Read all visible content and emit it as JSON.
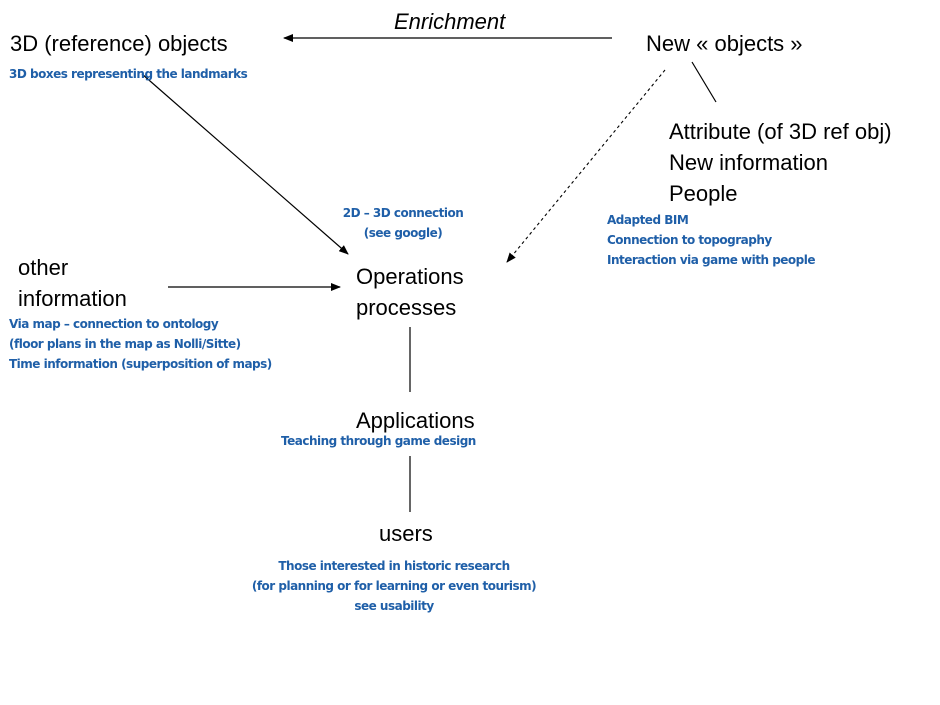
{
  "diagram": {
    "accent_color": "#1f5fa8",
    "edge_label": "Enrichment",
    "nodes": {
      "reference_objects": {
        "label": "3D (reference) objects",
        "note": "3D boxes representing the landmarks"
      },
      "new_objects": {
        "label": "New « objects »"
      },
      "attribute": {
        "lines": [
          "Attribute (of 3D ref obj)",
          "New information",
          "People"
        ],
        "notes": [
          "Adapted BIM",
          "Connection to topography",
          "Interaction via game with people"
        ]
      },
      "other_information": {
        "lines": [
          "other",
          "information"
        ],
        "notes": [
          "Via map – connection to ontology",
          "(floor plans in the map as Nolli/Sitte)",
          "Time information (superposition of maps)"
        ]
      },
      "operations": {
        "lines": [
          "Operations",
          "processes"
        ],
        "notes": [
          "2D – 3D connection",
          "(see google)"
        ]
      },
      "applications": {
        "label": "Applications",
        "note": "Teaching through game design"
      },
      "users": {
        "label": "users",
        "notes": [
          "Those interested in historic research",
          "(for planning or for learning or even tourism)",
          "see usability"
        ]
      }
    }
  }
}
